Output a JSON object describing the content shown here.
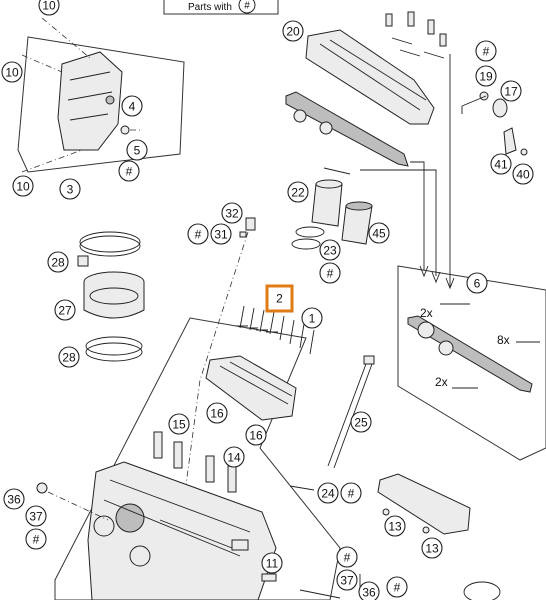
{
  "header_box": {
    "text": "Parts with",
    "tag": "#"
  },
  "callouts": [
    {
      "id": "c-10-top",
      "label": "10"
    },
    {
      "id": "c-10-left",
      "label": "10"
    },
    {
      "id": "c-4",
      "label": "4"
    },
    {
      "id": "c-5",
      "label": "5"
    },
    {
      "id": "c-hash-5",
      "label": "#"
    },
    {
      "id": "c-10-bottom",
      "label": "10"
    },
    {
      "id": "c-3",
      "label": "3"
    },
    {
      "id": "c-20",
      "label": "20"
    },
    {
      "id": "c-hash-19",
      "label": "#"
    },
    {
      "id": "c-19",
      "label": "19"
    },
    {
      "id": "c-17",
      "label": "17"
    },
    {
      "id": "c-41",
      "label": "41"
    },
    {
      "id": "c-40",
      "label": "40"
    },
    {
      "id": "c-22",
      "label": "22"
    },
    {
      "id": "c-45",
      "label": "45"
    },
    {
      "id": "c-23",
      "label": "23"
    },
    {
      "id": "c-hash-23",
      "label": "#"
    },
    {
      "id": "c-32",
      "label": "32"
    },
    {
      "id": "c-hash-31",
      "label": "#"
    },
    {
      "id": "c-31",
      "label": "31"
    },
    {
      "id": "c-28-top",
      "label": "28"
    },
    {
      "id": "c-27",
      "label": "27"
    },
    {
      "id": "c-28-bottom",
      "label": "28"
    },
    {
      "id": "c-6",
      "label": "6"
    },
    {
      "id": "c-1",
      "label": "1"
    },
    {
      "id": "c-16-a",
      "label": "16"
    },
    {
      "id": "c-15",
      "label": "15"
    },
    {
      "id": "c-16-b",
      "label": "16"
    },
    {
      "id": "c-14",
      "label": "14"
    },
    {
      "id": "c-25",
      "label": "25"
    },
    {
      "id": "c-24",
      "label": "24"
    },
    {
      "id": "c-hash-24",
      "label": "#"
    },
    {
      "id": "c-36-left",
      "label": "36"
    },
    {
      "id": "c-37-left",
      "label": "37"
    },
    {
      "id": "c-hash-37-left",
      "label": "#"
    },
    {
      "id": "c-13-a",
      "label": "13"
    },
    {
      "id": "c-13-b",
      "label": "13"
    },
    {
      "id": "c-11",
      "label": "11"
    },
    {
      "id": "c-hash-37-right",
      "label": "#"
    },
    {
      "id": "c-37-right",
      "label": "37"
    },
    {
      "id": "c-36-right",
      "label": "36"
    },
    {
      "id": "c-hash-bottom",
      "label": "#"
    }
  ],
  "highlight": {
    "label": "2"
  },
  "quantity_labels": {
    "q1": "2x",
    "q2": "8x",
    "q3": "2x"
  }
}
